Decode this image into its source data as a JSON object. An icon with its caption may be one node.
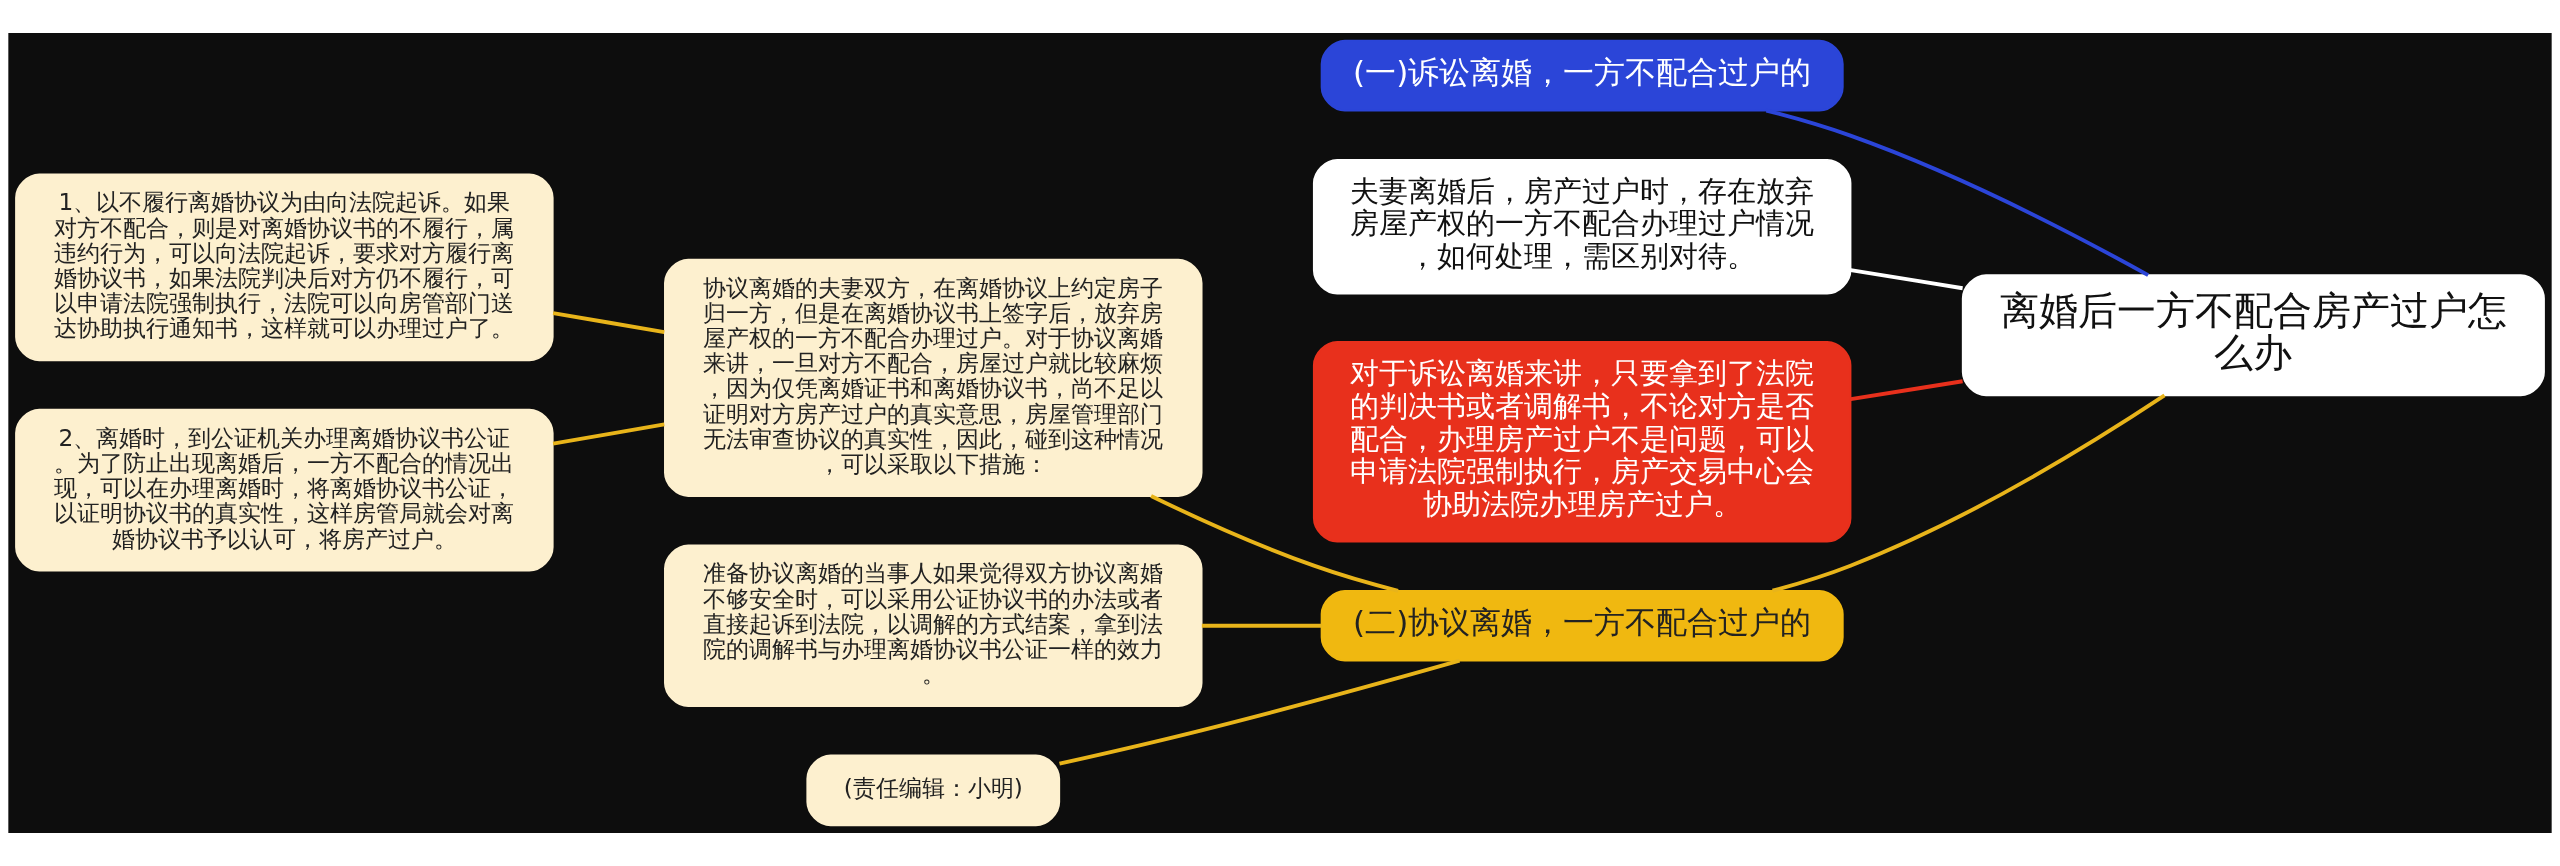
{
  "diagram": {
    "nodes": [
      {
        "text": [
          "离婚后一方不配合房产过户怎么办"
        ]
      },
      {
        "text": [
          "(一)诉讼离婚，一方不配合过户的"
        ]
      },
      {
        "text": [
          "夫妻离婚后，房产过户时，存在放弃房屋产权的一方不配合办理过户情况，如何处理，需区别对待。"
        ]
      },
      {
        "text": [
          "对于诉讼离婚来讲，只要拿到了法院的判决书或者调解书，不论对方是否配合，办理房产过户不是问题，可以申请法院强制执行，房产交易中心会协助法院办理房产过户。"
        ]
      },
      {
        "text": [
          "(二)协议离婚，一方不配合过户的"
        ]
      },
      {
        "text": [
          "协议离婚的夫妻双方，在离婚协议上约定房子归一方，但是在离婚协议书上签字后，放弃房屋产权的一方不配合办理过户。对于协议离婚来讲，一旦对方不配合，房屋过户就比较麻烦，因为仅凭离婚证书和离婚协议书，尚不足以证明对方房产过户的真实意思，房屋管理部门无法审查协议的真实性，因此，碰到这种情况，可以采取以下措施："
        ]
      },
      {
        "text": [
          "1、以不履行离婚协议为由向法院起诉。如果对方不配合，则是对离婚协议书的不履行，属违约行为，可以向法院起诉，要求对方履行离婚协议书，如果法院判决后对方仍不履行，可以申请法院强制执行，法院可以向房管部门送达协助执行通知书，这样就可以办理过户了。"
        ]
      },
      {
        "text": [
          "2、离婚时，到公证机关办理离婚协议书公证。为了防止出现离婚后，一方不配合的情况出现，可以在办理离婚时，将离婚协议书公证，以证明协议书的真实性，这样房管局就会对离婚协议书予以认可，将房产过户。"
        ]
      },
      {
        "text": [
          "准备协议离婚的当事人如果觉得双方协议离婚不够安全时，可以采用公证协议书的办法或者直接起诉到法院，以调解的方式结案，拿到法院的调解书与办理离婚协议书公证一样的效力。"
        ]
      },
      {
        "text": [
          "(责任编辑：小明)"
        ]
      }
    ],
    "edges": [
      {
        "from": 0,
        "to": 1,
        "arrow": "none",
        "color": "#2b45d8"
      },
      {
        "from": 0,
        "to": 2,
        "arrow": "none",
        "color": "#ffffff"
      },
      {
        "from": 0,
        "to": 3,
        "arrow": "none",
        "color": "#e8301c"
      },
      {
        "from": 0,
        "to": 4,
        "arrow": "none"
      },
      {
        "from": 4,
        "to": 5,
        "arrow": "none"
      },
      {
        "from": 5,
        "to": 6,
        "arrow": "none"
      },
      {
        "from": 5,
        "to": 7,
        "arrow": "none"
      },
      {
        "from": 4,
        "to": 8,
        "arrow": "none"
      },
      {
        "from": 4,
        "to": 9,
        "arrow": "none"
      }
    ]
  }
}
